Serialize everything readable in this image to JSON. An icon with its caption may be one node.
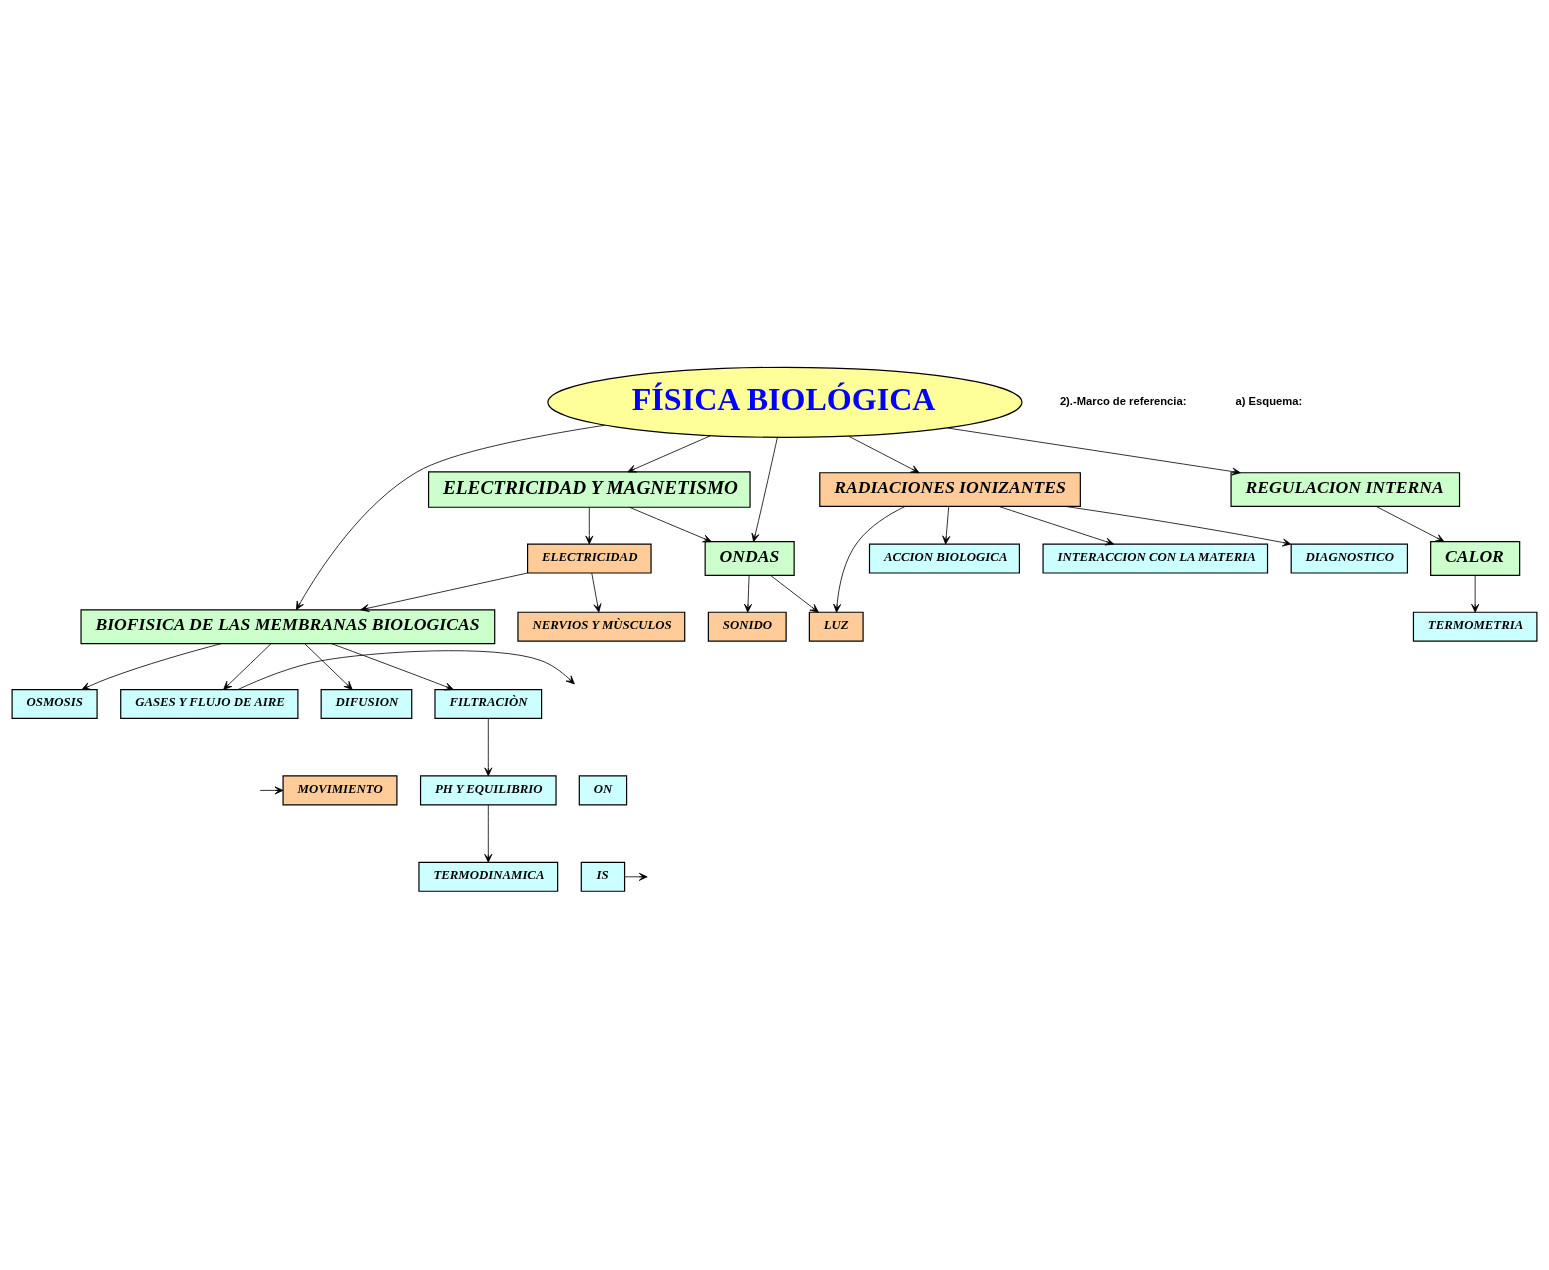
{
  "diagram": {
    "nodes": [
      {
        "text": [
          "MOVIMIENTO"
        ]
      },
      {
        "text": [
          "ELECTRICIDAD Y MAGNETISMO"
        ]
      },
      {
        "text": [
          "NERVIOS Y MÙSCULOS"
        ]
      },
      {
        "text": [
          "ELECTRICIDAD"
        ]
      },
      {
        "text": [
          "IS"
        ]
      },
      {
        "text": [
          "ON"
        ]
      },
      {
        "text": [
          "BIOFISICA DE LAS MEMBRANAS BIOLOGICAS"
        ]
      },
      {
        "text": [
          "FÍSICA BIOLÓGICA"
        ]
      },
      {
        "text": [
          "ONDAS"
        ]
      },
      {
        "text": [
          "DIFUSION"
        ]
      },
      {
        "text": [
          "OSMOSIS"
        ]
      },
      {
        "text": [
          "GASES Y FLUJO DE AIRE"
        ]
      },
      {
        "text": [
          "FILTRACIÒN"
        ]
      },
      {
        "text": [
          "SONIDO"
        ]
      },
      {
        "text": [
          "LUZ"
        ]
      },
      {
        "text": [
          "ACCION BIOLOGICA"
        ]
      },
      {
        "text": [
          "REGULACION INTERNA"
        ]
      },
      {
        "text": [
          "PH Y EQUILIBRIO"
        ]
      },
      {
        "text": [
          "RADIACIONES IONIZANTES"
        ]
      },
      {
        "text": [
          "CALOR"
        ]
      },
      {
        "text": [
          "INTERACCION CON LA MATERIA"
        ]
      },
      {
        "text": [
          "TERMODINAMICA"
        ]
      },
      {
        "text": [
          "DIAGNOSTICO"
        ]
      },
      {
        "text": [
          "TERMOMETRIA"
        ]
      }
    ],
    "edges": [
      {
        "from": 7,
        "to": 1,
        "arrow": "to"
      },
      {
        "from": 1,
        "to": 3,
        "arrow": "to"
      },
      {
        "from": 1,
        "to": 8,
        "arrow": "to"
      },
      {
        "from": 3,
        "to": 2,
        "arrow": "to"
      },
      {
        "from": 3,
        "to": 6,
        "arrow": "to"
      },
      {
        "from": 7,
        "to": 6,
        "arrow": "to"
      },
      {
        "from": 7,
        "to": 8,
        "arrow": "to"
      },
      {
        "from": 7,
        "to": 18,
        "arrow": "to"
      },
      {
        "from": 7,
        "to": 16,
        "arrow": "to"
      },
      {
        "from": 6,
        "to": 10,
        "arrow": "to"
      },
      {
        "from": 6,
        "to": 9,
        "arrow": "to"
      },
      {
        "from": 6,
        "to": 12,
        "arrow": "to"
      },
      {
        "from": 6,
        "to": 11,
        "arrow": "to"
      },
      {
        "from": 4,
        "to": null,
        "arrow": "to"
      },
      {
        "from": 11,
        "to": null,
        "arrow": "to"
      },
      {
        "from": 12,
        "to": 17,
        "arrow": "to"
      },
      {
        "from": null,
        "to": 0,
        "arrow": "to"
      },
      {
        "from": 8,
        "to": 13,
        "arrow": "to"
      },
      {
        "from": 8,
        "to": 14,
        "arrow": "to"
      },
      {
        "from": 18,
        "to": 14,
        "arrow": "to"
      },
      {
        "from": 18,
        "to": 15,
        "arrow": "to"
      },
      {
        "from": 18,
        "to": 20,
        "arrow": "to"
      },
      {
        "from": 18,
        "to": 22,
        "arrow": "to"
      },
      {
        "from": 16,
        "to": 19,
        "arrow": "to"
      },
      {
        "from": 19,
        "to": 23,
        "arrow": "to"
      },
      {
        "from": 17,
        "to": 21,
        "arrow": "to"
      }
    ],
    "labels": [
      "2).-Marco de referencia:",
      "a) Esquema:"
    ]
  }
}
